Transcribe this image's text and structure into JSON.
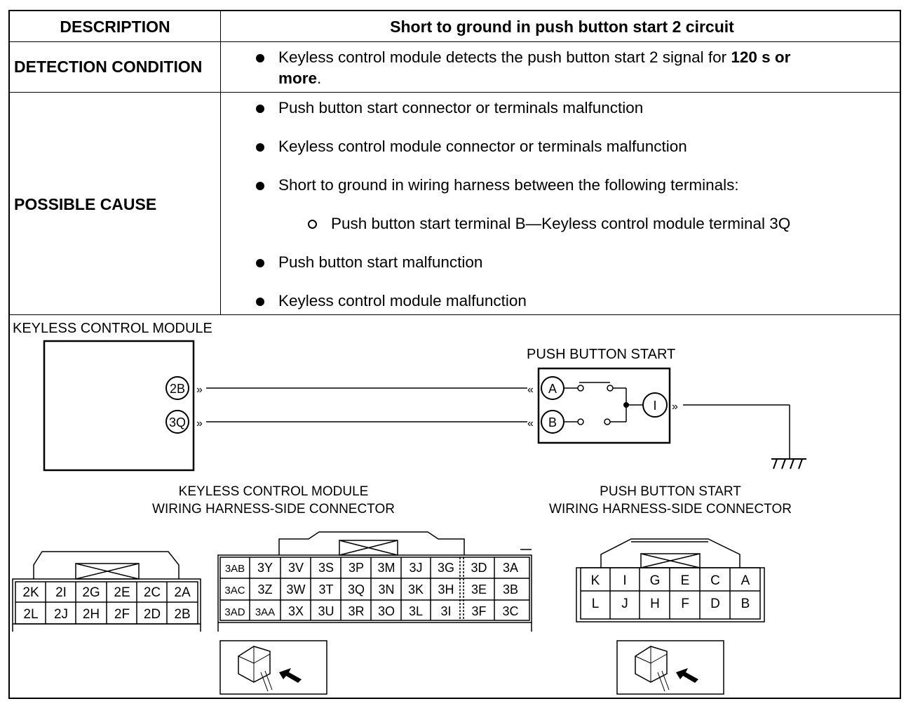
{
  "table": {
    "description_label": "DESCRIPTION",
    "description_value": "Short to ground in push button start 2 circuit",
    "detection_label": "DETECTION CONDITION",
    "detection_text_before": "Keyless control module detects the push button start 2 signal for ",
    "detection_text_bold": "120 s or",
    "detection_text_line2_bold": "more",
    "detection_text_line2_end": ".",
    "cause_label": "POSSIBLE CAUSE",
    "causes": [
      "Push button start connector or terminals malfunction",
      "Keyless control module connector or terminals malfunction",
      "Short to ground in wiring harness between the following terminals:",
      "Push button start terminal B—Keyless control module terminal 3Q",
      "Push button start malfunction",
      "Keyless control module malfunction"
    ]
  },
  "diagram": {
    "kcm_title": "KEYLESS CONTROL MODULE",
    "pbs_title": "PUSH BUTTON START",
    "kcm_terminal_1": "2B",
    "kcm_terminal_2": "3Q",
    "pbs_terminal_a": "A",
    "pbs_terminal_b": "B",
    "pbs_terminal_i": "I",
    "kcm_connector_title_1": "KEYLESS CONTROL MODULE",
    "kcm_connector_title_2": "WIRING HARNESS-SIDE CONNECTOR",
    "pbs_connector_title_1": "PUSH BUTTON START",
    "pbs_connector_title_2": "WIRING HARNESS-SIDE CONNECTOR",
    "conn2_row1": [
      "2K",
      "2I",
      "2G",
      "2E",
      "2C",
      "2A"
    ],
    "conn2_row2": [
      "2L",
      "2J",
      "2H",
      "2F",
      "2D",
      "2B"
    ],
    "conn3_row1": [
      "3AB",
      "3Y",
      "3V",
      "3S",
      "3P",
      "3M",
      "3J",
      "3G",
      "3D",
      "3A"
    ],
    "conn3_row2": [
      "3AC",
      "3Z",
      "3W",
      "3T",
      "3Q",
      "3N",
      "3K",
      "3H",
      "3E",
      "3B"
    ],
    "conn3_row3": [
      "3AD",
      "3AA",
      "3X",
      "3U",
      "3R",
      "3O",
      "3L",
      "3I",
      "3F",
      "3C"
    ],
    "pbs_row1": [
      "K",
      "I",
      "G",
      "E",
      "C",
      "A"
    ],
    "pbs_row2": [
      "L",
      "J",
      "H",
      "F",
      "D",
      "B"
    ]
  }
}
